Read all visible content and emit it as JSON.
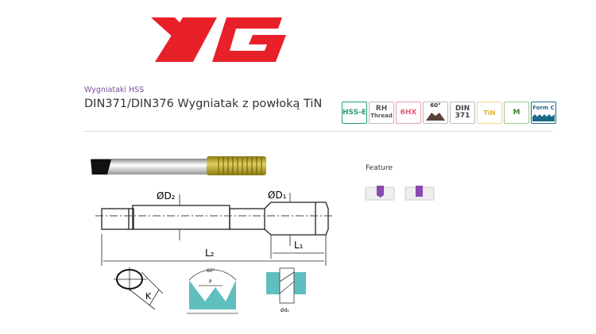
{
  "logo": {
    "text": "YG",
    "color": "#e8202a"
  },
  "product": {
    "category": "Wygniataki HSS",
    "title": "DIN371/DIN376 Wygniatak z powłoką TiN"
  },
  "badges": [
    {
      "label": "HSS-E",
      "color": "#2a9a7a"
    },
    {
      "label": "RH",
      "sub": "Thread",
      "color": "#555555"
    },
    {
      "label": "6HX",
      "color": "#e05a7a"
    },
    {
      "label": "60°",
      "icon": "thread-angle-icon",
      "color": "#5a4038"
    },
    {
      "label": "DIN",
      "sub": "371",
      "color": "#444444"
    },
    {
      "label": "TiN",
      "color": "#e8b020"
    },
    {
      "label": "M",
      "color": "#3a8a2a"
    },
    {
      "label": "Form C",
      "icon": "thread-form-icon",
      "color": "#1a6a8a"
    }
  ],
  "feature": {
    "label": "Feature"
  },
  "drawing": {
    "d2": "ØD₂",
    "d1": "ØD₁",
    "l1": "L₁",
    "l2": "L₂",
    "k": "K",
    "angle": "60°",
    "pitch": "P",
    "drill": "Ød₁"
  }
}
